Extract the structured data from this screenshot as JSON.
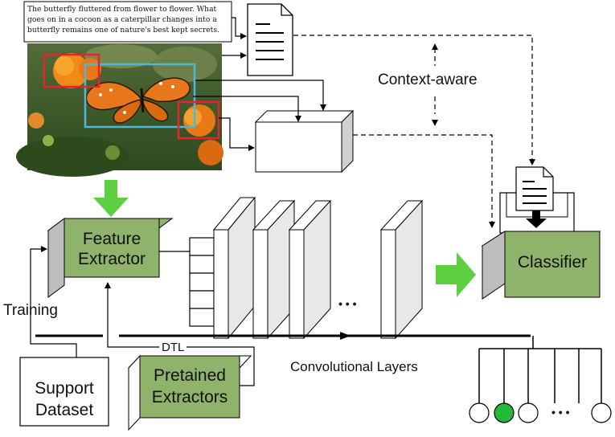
{
  "caption": "The butterfly fluttered from flower to flower. What goes on in a cocoon as a caterpillar changes into a butterfly remains one of nature's best kept secrets.",
  "labels": {
    "context_aware": "Context-aware",
    "feature_extractor_line1": "Feature",
    "feature_extractor_line2": "Extractor",
    "classifier": "Classifier",
    "training": "Training",
    "dtl": "DTL",
    "support_line1": "Support",
    "support_line2": "Dataset",
    "pretrained_line1": "Pretained",
    "pretrained_line2": "Extractors",
    "conv_layers": "Convolutional Layers",
    "ellipsis_layers": "• • •",
    "ellipsis_nodes": "• • •"
  },
  "colors": {
    "block_green": "#8fb36a",
    "arrow_green": "#5cd040",
    "box_red": "#e8242a",
    "box_cyan": "#4fb8d8",
    "selected_node": "#22b83a",
    "side_gray": "#bdbdbd"
  },
  "icons": {
    "text_doc": "document-icon",
    "classifier_doc": "document-icon",
    "down_arrow": "down-arrow-icon",
    "photo": "butterfly-photo"
  }
}
